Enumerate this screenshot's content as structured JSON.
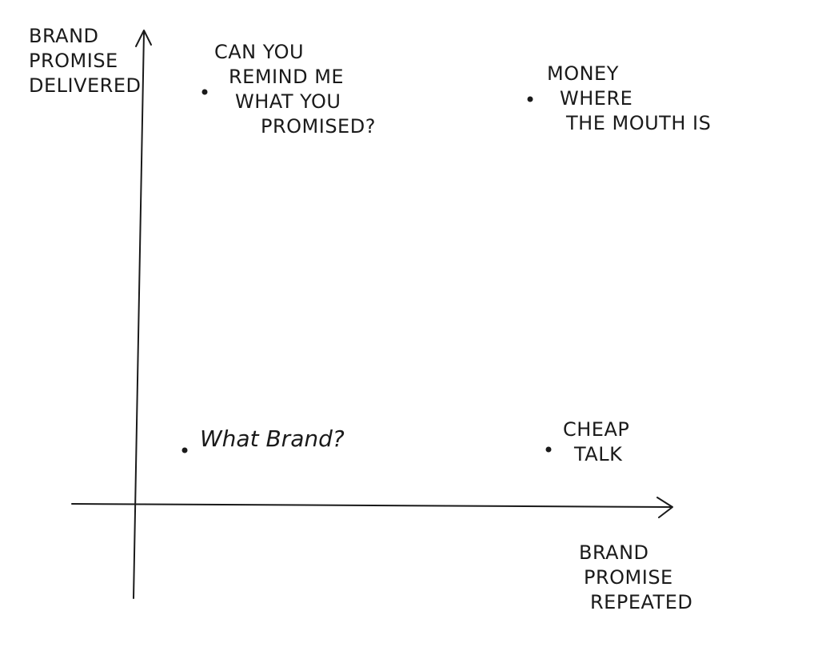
{
  "axes": {
    "y_label": [
      "BRAND",
      "PROMISE",
      "DELIVERED"
    ],
    "x_label": [
      "BRAND",
      "PROMISE",
      "REPEATED"
    ]
  },
  "quadrants": {
    "top_left": [
      "CAN YOU",
      "REMIND ME",
      "WHAT YOU",
      "PROMISED?"
    ],
    "top_right": [
      "MONEY",
      "WHERE",
      "THE MOUTH IS"
    ],
    "bottom_left": [
      "What Brand?"
    ],
    "bottom_right": [
      "CHEAP",
      "TALK"
    ]
  },
  "colors": {
    "ink": "#1a1a1a",
    "background": "#ffffff"
  }
}
